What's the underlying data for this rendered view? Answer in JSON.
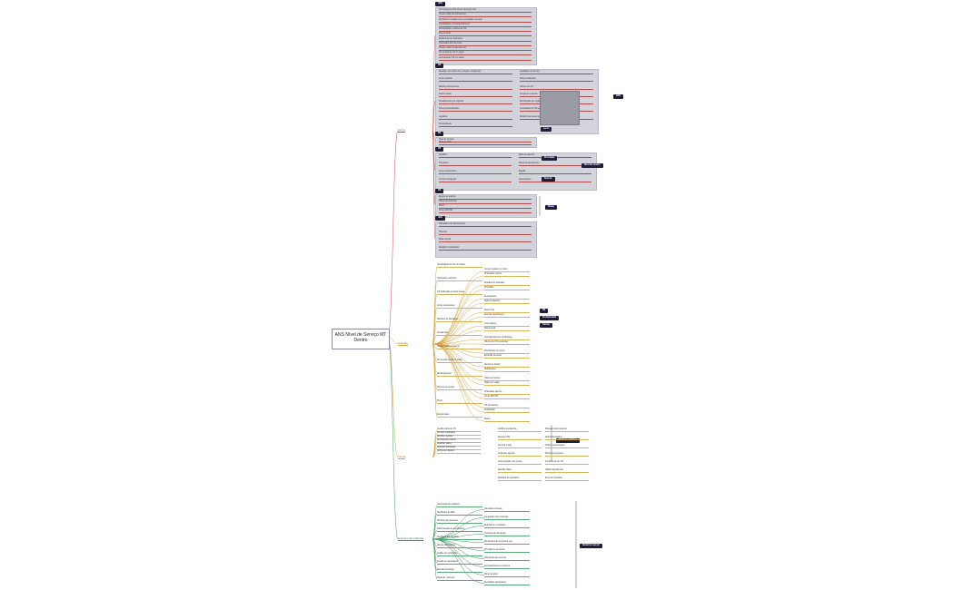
{
  "root": {
    "line1": "ANS Nível de Serviço MT",
    "line2": "Dentro"
  },
  "branches": {
    "lucro": "Lucro",
    "atencao": "Atenção",
    "tarefa": "Tarefa",
    "avancos": "Avanços da melhoria"
  },
  "sections": [
    {
      "tag": "ANS",
      "items": [
        "Percentual de ANS dentro do prazo mês",
        "Tempo médio de fechamento",
        "Identificar a relação entre a produção e a meta",
        "Visualização e Acompanhamento",
        "Acompanhar o volume de OS",
        "Equipe atual",
        "Reabertura de chamados",
        "Chamados fora do prazo",
        "Tempo médio de atendimento",
        "Percentual de OS no prazo",
        "Acompanhar OS por status"
      ]
    },
    {
      "tag": "OS",
      "items": [
        "Relação entre Parceiros, Grupos e Regionais",
        "Gerar relatório",
        "Ranking de Parceiros",
        "Definir metas",
        "Detalhamento por regional",
        "Filtros personalizados",
        "Logística",
        "Produtividade",
        "Qualidade do Serviço",
        "Status atualizado",
        "Volume de OS",
        "Tempo de resposta",
        "Distribuição por região",
        "Quantidade de OS atendidas",
        "Relatório de desempenho"
      ]
    },
    {
      "tag": "NS",
      "items": [
        "Nível de Serviço",
        "Meta de ANS"
      ]
    },
    {
      "tag": "OS",
      "items": [
        "Detalhes",
        "OS aberta",
        "Grupo responsável",
        "Técnico designado",
        "Data de abertura",
        "Prazo de atendimento",
        "Região",
        "Observações"
      ]
    },
    {
      "tag": "OS",
      "items": [
        "Equipe de suporte",
        "Status do chamado",
        "Prazo",
        "Grupo ANS MT"
      ]
    },
    {
      "tag": "ANS",
      "items": [
        "Indicadores de desempenho",
        "Histórico",
        "Meta mensal",
        "Relatório consolidado"
      ]
    }
  ],
  "badges": [
    "ANS",
    "Lucro",
    "Prioridade",
    "Nível de serviço",
    "Suporte",
    "Status",
    "OS",
    "Produtividade",
    "Tarefas",
    "Melhoria contínua",
    "Relatório mensal"
  ],
  "atencao_items": [
    "Visualização de OS em Atraso",
    "Tempo restante no prazo",
    "Chamados críticos",
    "Chamados reabertos",
    "Detalhes do chamado",
    "Prioridade",
    "OS Atribuídas a outras Áreas",
    "Responsável",
    "Data de abertura",
    "Grupo responsável",
    "Prazo final",
    "Nível de atendimento",
    "Histórico de alterações",
    "Comentários",
    "Status atual",
    "Pendências",
    "Acompanhamento de Backlog",
    "Volume de OS pendentes",
    "Tempo médio em aberto",
    "Distribuição por grupo",
    "Evolução semanal",
    "Percentual de OS no prazo",
    "Alertas de Atraso",
    "Notificações",
    "Escalonamento",
    "Visão por técnico",
    "Visão por região",
    "Suporte ao usuário",
    "Chamados abertos",
    "Grupo ANS MT",
    "Prazo",
    "OS Pendentes",
    "Atualização",
    "Responsável",
    "Status"
  ],
  "tarefa_items": [
    "Gestão diária de OS",
    "Priorizar chamados",
    "Distribuir tarefas",
    "Acompanhar prazos",
    "Atualizar status",
    "Registrar atividades",
    "Rotina de trabalho",
    "Verificar pendências",
    "Revisar ANS",
    "Cumprir metas",
    "Organizar agenda",
    "Comunicação com equipe",
    "Reunião diária",
    "Relatório de atividades",
    "Planejamento semanal",
    "Definir prioridades",
    "Atribuir responsáveis",
    "Monitorar progresso",
    "Fechamento de OS",
    "Validar atendimento",
    "Encerrar chamado"
  ],
  "avancos_items": [
    "Automação de relatórios",
    "Indicadores visuais",
    "Dashboard de ANS",
    "Integração entre sistemas",
    "Melhoria de processos",
    "Redução de retrabalho",
    "Padronização de atendimento",
    "Treinamento da equipe",
    "Feedback dos usuários",
    "Monitoramento em tempo real",
    "Alertas automáticos",
    "Previsão de demanda",
    "Análise de tendências",
    "Otimização de recursos",
    "Gestão de capacidade",
    "Acompanhamento contínuo",
    "Revisão periódica",
    "Plano de ação",
    "Metas de melhoria",
    "Resultados alcançados"
  ]
}
